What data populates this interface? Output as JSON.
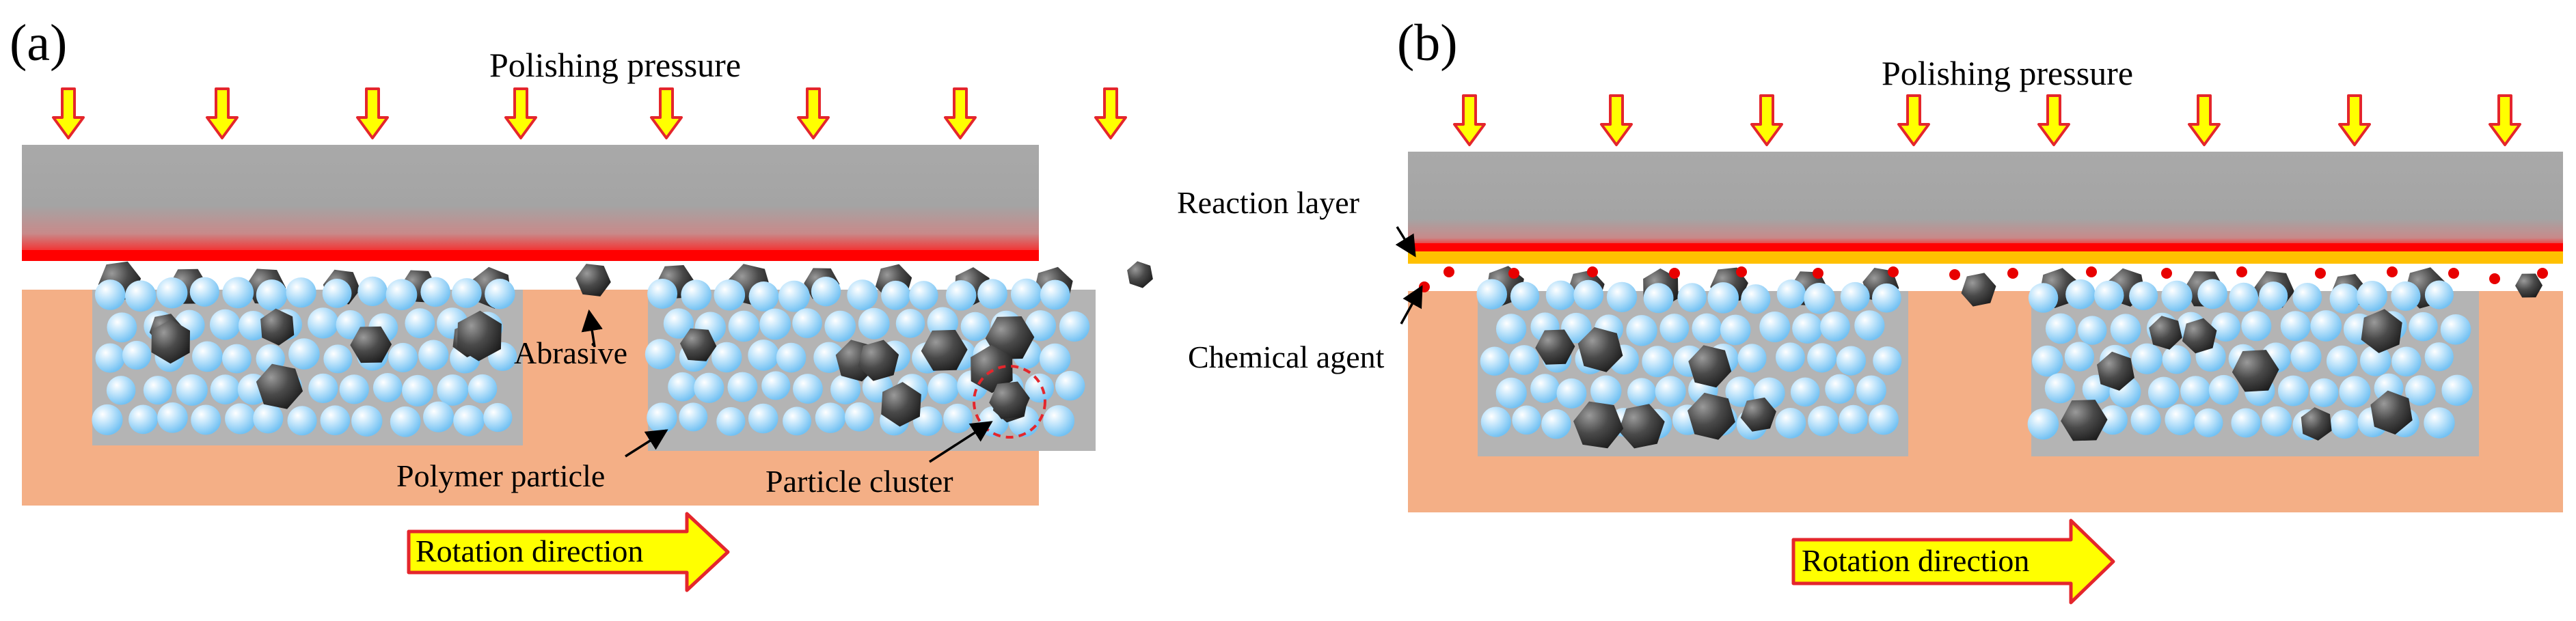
{
  "panel_a": {
    "letter": "(a)",
    "pressure": "Polishing pressure",
    "abrasive": "Abrasive",
    "polymer": "Polymer particle",
    "cluster": "Particle cluster",
    "rotation": "Rotation direction"
  },
  "panel_b": {
    "letter": "(b)",
    "pressure": "Polishing pressure",
    "reaction": "Reaction layer",
    "chemical": "Chemical agent",
    "rotation": "Rotation direction"
  },
  "colors": {
    "arrow_fill": "#FFFF00",
    "arrow_stroke": "#E4262C",
    "pad": "#F4AF86",
    "wafer": "#A6A6A6",
    "interface_red": "#FF0000",
    "reaction_layer": "#FFC000",
    "matrix": "#B4B4B4",
    "polymer_particle": "#8FD0FA",
    "abrasive": "#3A3A3A",
    "chemical_agent": "#E80000"
  }
}
